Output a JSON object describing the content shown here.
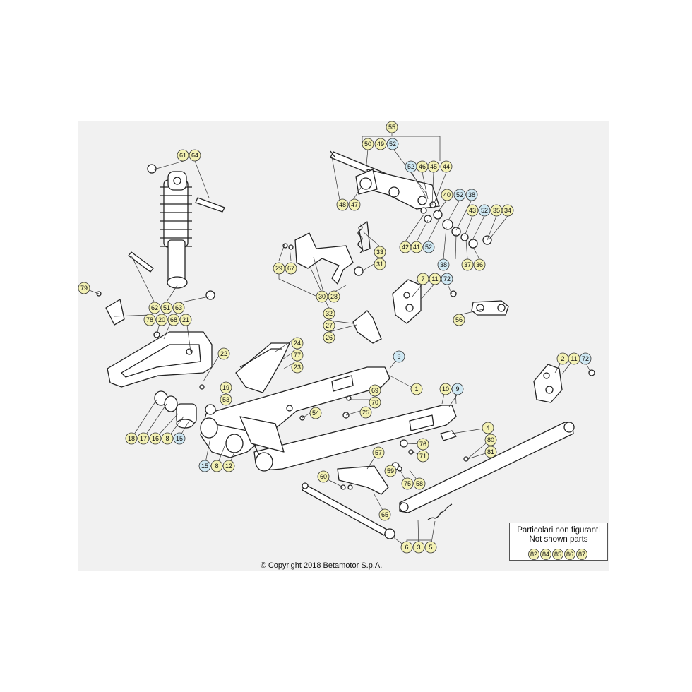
{
  "colors": {
    "yellow_badge": "#f3f1b4",
    "blue_badge": "#cfe8f3",
    "line": "#222222"
  },
  "labels_yellow": [
    "55",
    "50",
    "49",
    "44",
    "45",
    "46",
    "48",
    "47",
    "40",
    "43",
    "35",
    "34",
    "42",
    "41",
    "37",
    "36",
    "61",
    "64",
    "33",
    "31",
    "29",
    "67",
    "7",
    "11",
    "56",
    "62",
    "51",
    "63",
    "30",
    "28",
    "32",
    "27",
    "26",
    "79",
    "78",
    "20",
    "68",
    "21",
    "24",
    "77",
    "23",
    "22",
    "19",
    "53",
    "1",
    "10",
    "2",
    "11",
    "69",
    "70",
    "54",
    "25",
    "18",
    "17",
    "16",
    "8",
    "4",
    "80",
    "81",
    "57",
    "76",
    "71",
    "59",
    "75",
    "58",
    "60",
    "65",
    "6",
    "3",
    "5",
    "12",
    "8",
    "82",
    "84",
    "85",
    "86",
    "87"
  ],
  "labels_blue": [
    "52",
    "52",
    "52",
    "38",
    "52",
    "38",
    "52",
    "72",
    "9",
    "9",
    "72",
    "15",
    "15"
  ],
  "legend": {
    "line1": "Particolari non figuranti",
    "line2": "Not shown parts",
    "parts": [
      "82",
      "84",
      "85",
      "86",
      "87"
    ]
  },
  "copyright": "© Copyright 2018 Betamotor S.p.A."
}
